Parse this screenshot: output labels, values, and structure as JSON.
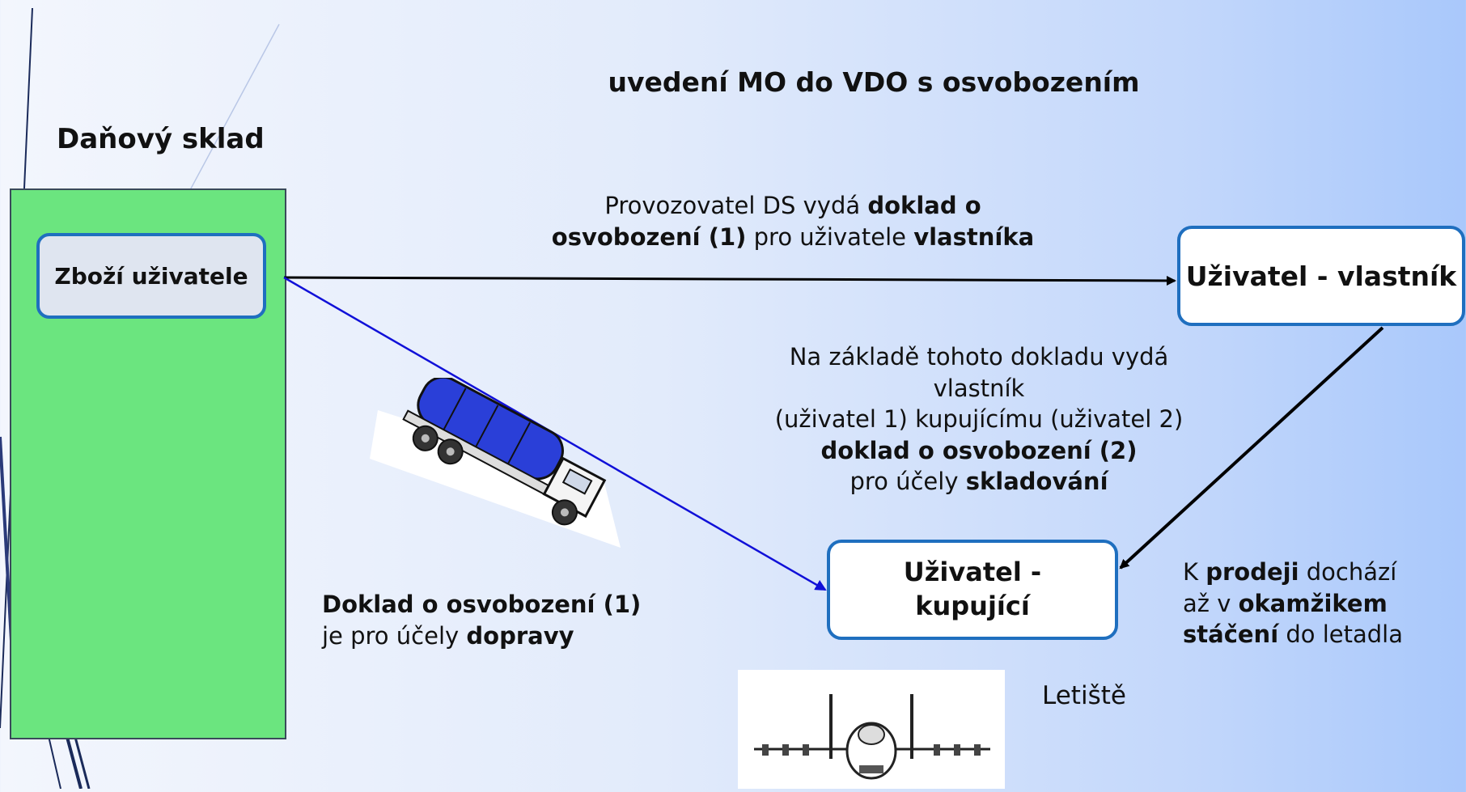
{
  "title": "uvedení  MO do VDO s osvobozením",
  "warehouse": {
    "label": "Daňový sklad",
    "goods": "Zboží uživatele"
  },
  "owner": {
    "label": "Uživatel - vlastník"
  },
  "buyer": {
    "line1": "Uživatel -",
    "line2": "kupující"
  },
  "top_text": {
    "a": "Provozovatel DS vydá ",
    "b": "doklad o",
    "c": "osvobození (1)",
    "d": " pro uživatele ",
    "e": "vlastníka"
  },
  "mid_text": {
    "l1": "Na základě tohoto dokladu vydá",
    "l2": "vlastník",
    "l3": "(uživatel 1) kupujícímu (uživatel 2)",
    "l4": "doklad o osvobození (2)",
    "l5a": "pro účely ",
    "l5b": "skladování"
  },
  "right_text": {
    "a": "K ",
    "b": "prodeji",
    "c": " dochází",
    "d": "až v ",
    "e": "okamžikem",
    "f": "stáčení",
    "g": " do letadla"
  },
  "left_text": {
    "l1": "Doklad o osvobození (1)",
    "l2a": "je pro účely ",
    "l2b": "dopravy"
  },
  "airport_label": "Letiště",
  "icons": {
    "truck": "tanker-truck-icon",
    "plane": "fighter-jet-icon"
  },
  "colors": {
    "warehouse_fill": "#6be57f",
    "box_border": "#1f6fbf",
    "goods_fill": "#dfe5f0",
    "arrow_black": "#000000",
    "arrow_blue": "#1010d8"
  }
}
